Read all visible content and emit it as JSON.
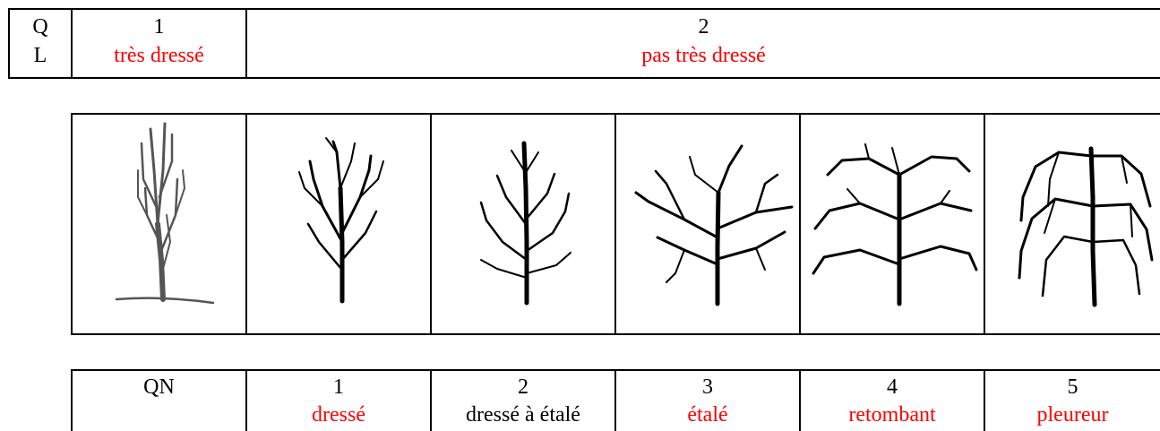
{
  "ql_table": {
    "label_q": "Q",
    "label_l": "L",
    "col1_number": "1",
    "col1_label": "très dressé",
    "col2_number": "2",
    "col2_label": "pas très dressé"
  },
  "tree_images": [
    {
      "name": "tree-very-upright"
    },
    {
      "name": "tree-upright"
    },
    {
      "name": "tree-upright-to-spreading"
    },
    {
      "name": "tree-spreading"
    },
    {
      "name": "tree-drooping"
    },
    {
      "name": "tree-weeping"
    }
  ],
  "qn_table": {
    "header": "QN",
    "columns": [
      {
        "number": "1",
        "label": "dressé",
        "color": "#ff0000"
      },
      {
        "number": "2",
        "label": "dressé à étalé",
        "color": "#000000"
      },
      {
        "number": "3",
        "label": "étalé",
        "color": "#ff0000"
      },
      {
        "number": "4",
        "label": "retombant",
        "color": "#ff0000"
      },
      {
        "number": "5",
        "label": "pleureur",
        "color": "#ff0000"
      }
    ]
  }
}
